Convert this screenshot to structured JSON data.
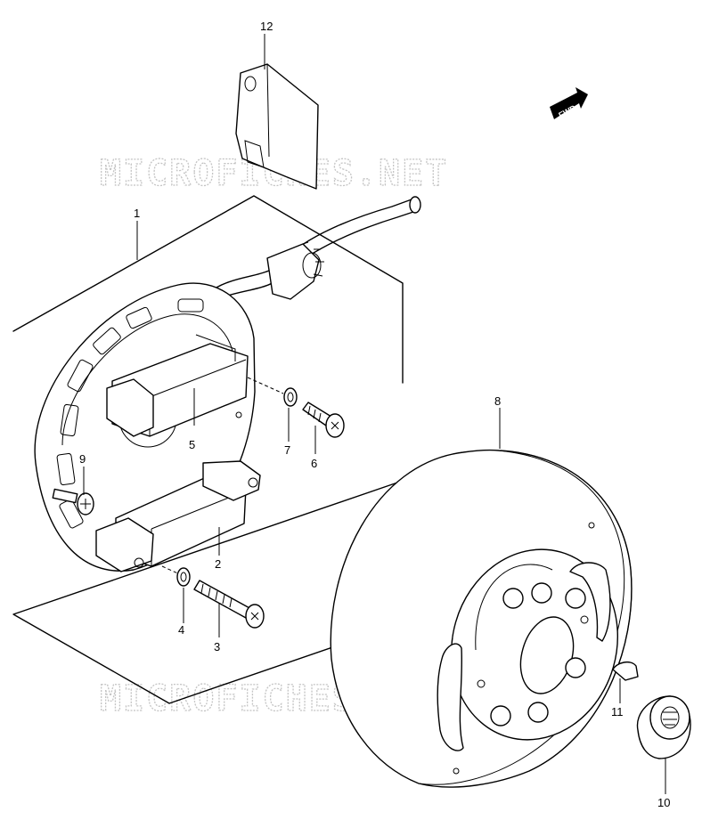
{
  "watermark": {
    "top": "MICROFICHES.NET",
    "bottom": "MICROFICHES.NET"
  },
  "fwd_label": "FWD",
  "callouts": [
    "1",
    "2",
    "3",
    "4",
    "5",
    "6",
    "7",
    "8",
    "9",
    "10",
    "11",
    "12"
  ]
}
